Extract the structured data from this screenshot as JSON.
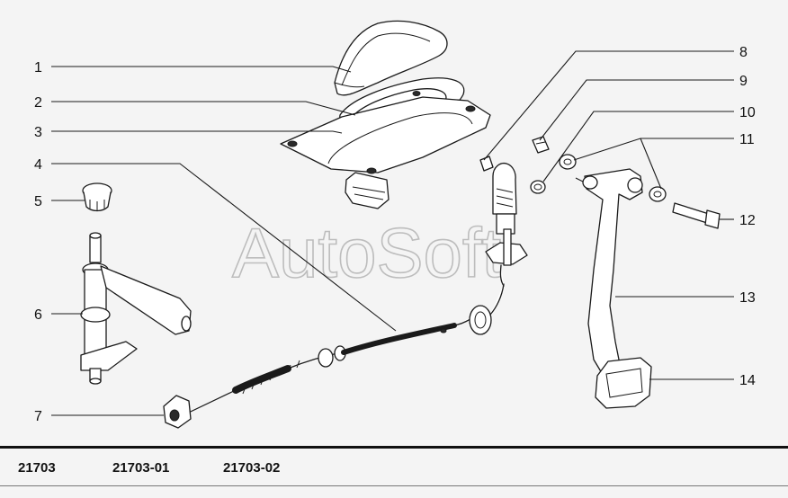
{
  "watermark": "AutoSoft",
  "callouts": [
    "1",
    "2",
    "3",
    "4",
    "5",
    "6",
    "7",
    "8",
    "9",
    "10",
    "11",
    "12",
    "13",
    "14"
  ],
  "variants": [
    "21703",
    "21703-01",
    "21703-02"
  ]
}
